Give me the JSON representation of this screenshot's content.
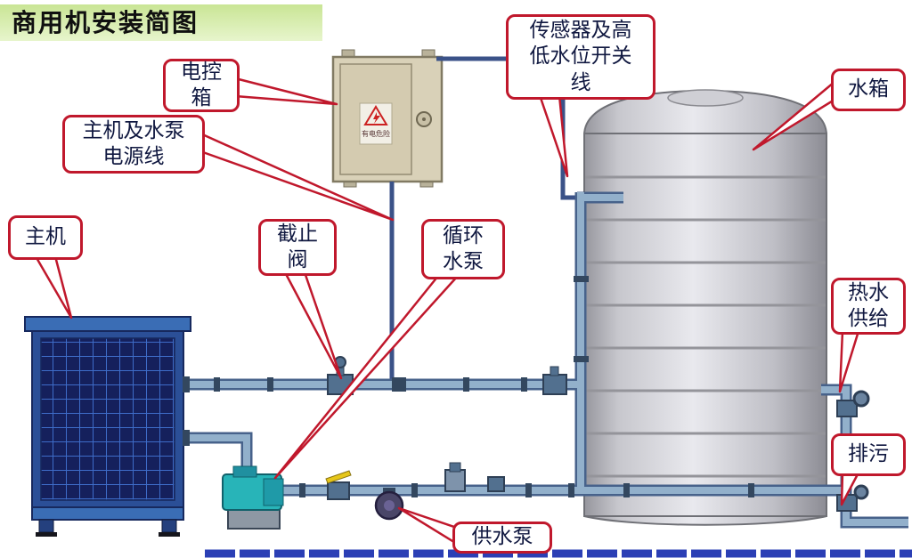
{
  "title": "商用机安装简图",
  "callouts": {
    "control_box": "电控\n箱",
    "power_cable": "主机及水泵\n电源线",
    "main_unit": "主机",
    "stop_valve": "截止\n阀",
    "circulation_pump": "循环\n水泵",
    "sensor_cable": "传感器及高\n低水位开关\n线",
    "water_tank": "水箱",
    "hot_water_supply": "热水\n供给",
    "drain": "排污",
    "supply_pump": "供水泵"
  },
  "control_box_panel": {
    "sticker_text": "有电危险"
  },
  "colors": {
    "callout_border": "#c0182c",
    "title_background": "#cde89b",
    "pipe": "#92b0cb",
    "tank_body": "#d9d9de",
    "heat_pump_blue": "#2b4f97",
    "pump_teal": "#28b4b8"
  }
}
